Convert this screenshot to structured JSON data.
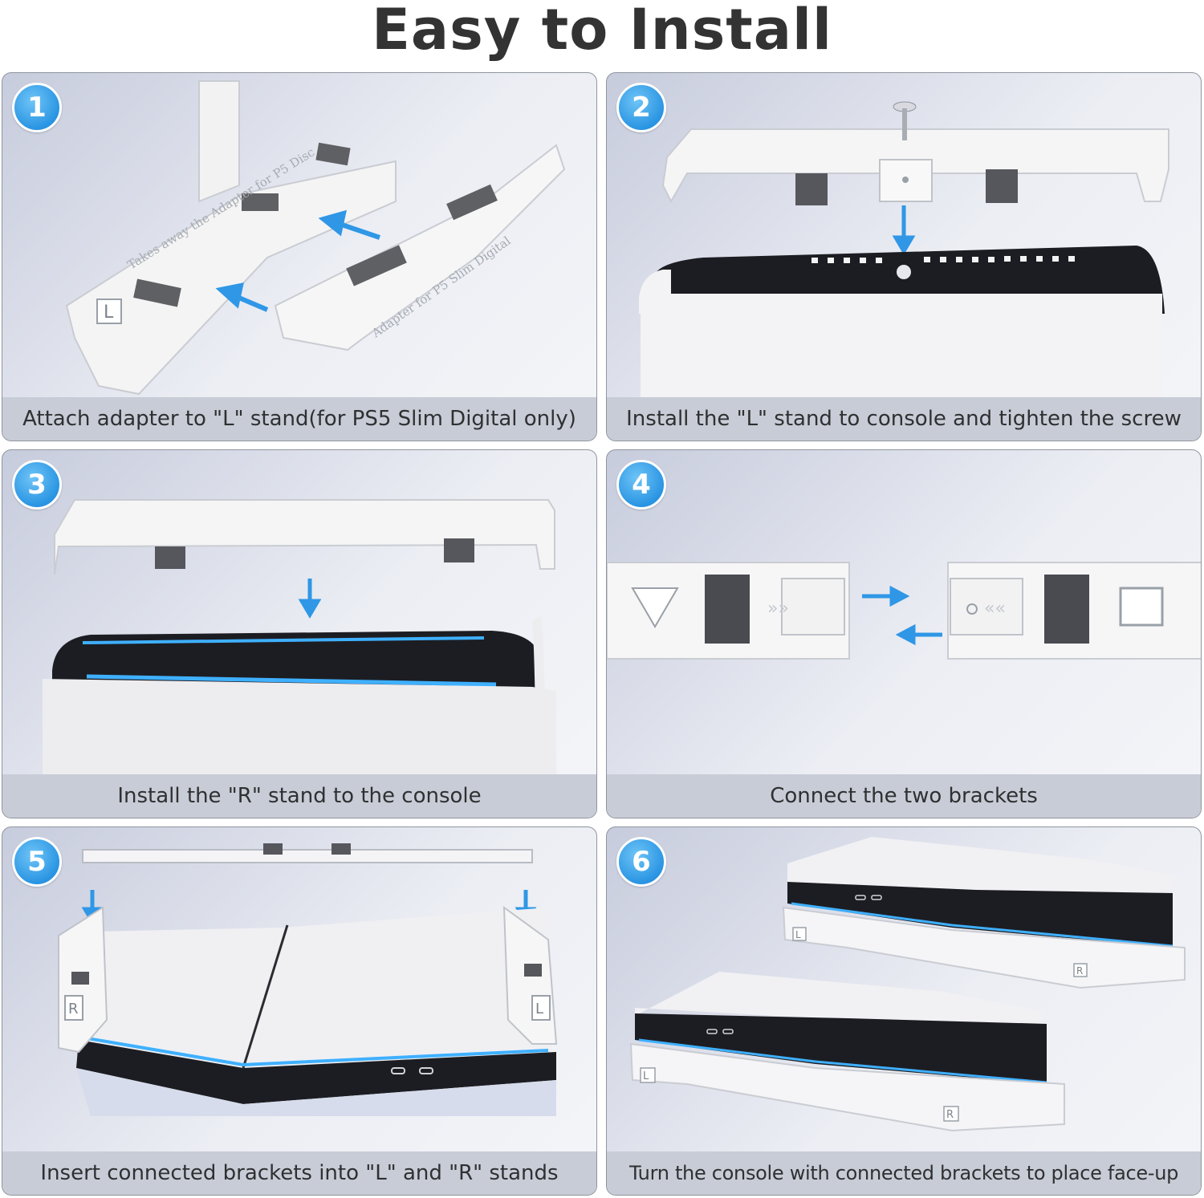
{
  "title": "Easy to Install",
  "steps": [
    {
      "number": "1",
      "caption": "Attach adapter to \"L\" stand(for PS5 Slim Digital only)",
      "label_left": "Takes away the Adapter for P5 Disc",
      "label_right": "Adapter for P5 Slim Digital",
      "stand_letter": "L"
    },
    {
      "number": "2",
      "caption": "Install the \"L\" stand to console and tighten the screw"
    },
    {
      "number": "3",
      "caption": "Install the \"R\" stand to the console"
    },
    {
      "number": "4",
      "caption": "Connect the two brackets"
    },
    {
      "number": "5",
      "caption": "Insert connected brackets into \"L\" and \"R\" stands",
      "stand_letter_left": "R",
      "stand_letter_right": "L"
    },
    {
      "number": "6",
      "caption": "Turn the console with connected brackets to place face-up",
      "stand_letter_left": "L",
      "stand_letter_right": "R"
    }
  ],
  "colors": {
    "accent_blue": "#2a95e3",
    "console_black": "#1c1d22",
    "light_blue": "#3fb0ff"
  }
}
